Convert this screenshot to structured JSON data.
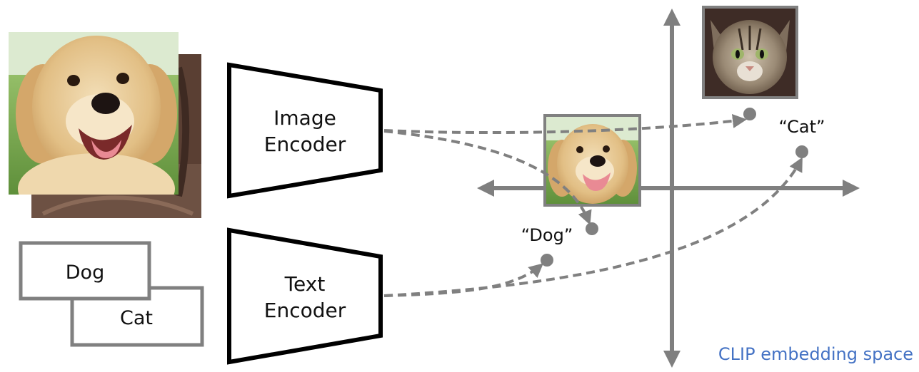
{
  "encoders": {
    "image": {
      "line1": "Image",
      "line2": "Encoder"
    },
    "text": {
      "line1": "Text",
      "line2": "Encoder"
    }
  },
  "inputs": {
    "text_cards": [
      "Dog",
      "Cat"
    ]
  },
  "embedding": {
    "title": "CLIP embedding space",
    "dog_label": "“Dog”",
    "cat_label": "“Cat”"
  },
  "colors": {
    "outline": "#000000",
    "gray": "#808080",
    "axis": "#7f7f7f",
    "accent_blue": "#4472c4"
  }
}
